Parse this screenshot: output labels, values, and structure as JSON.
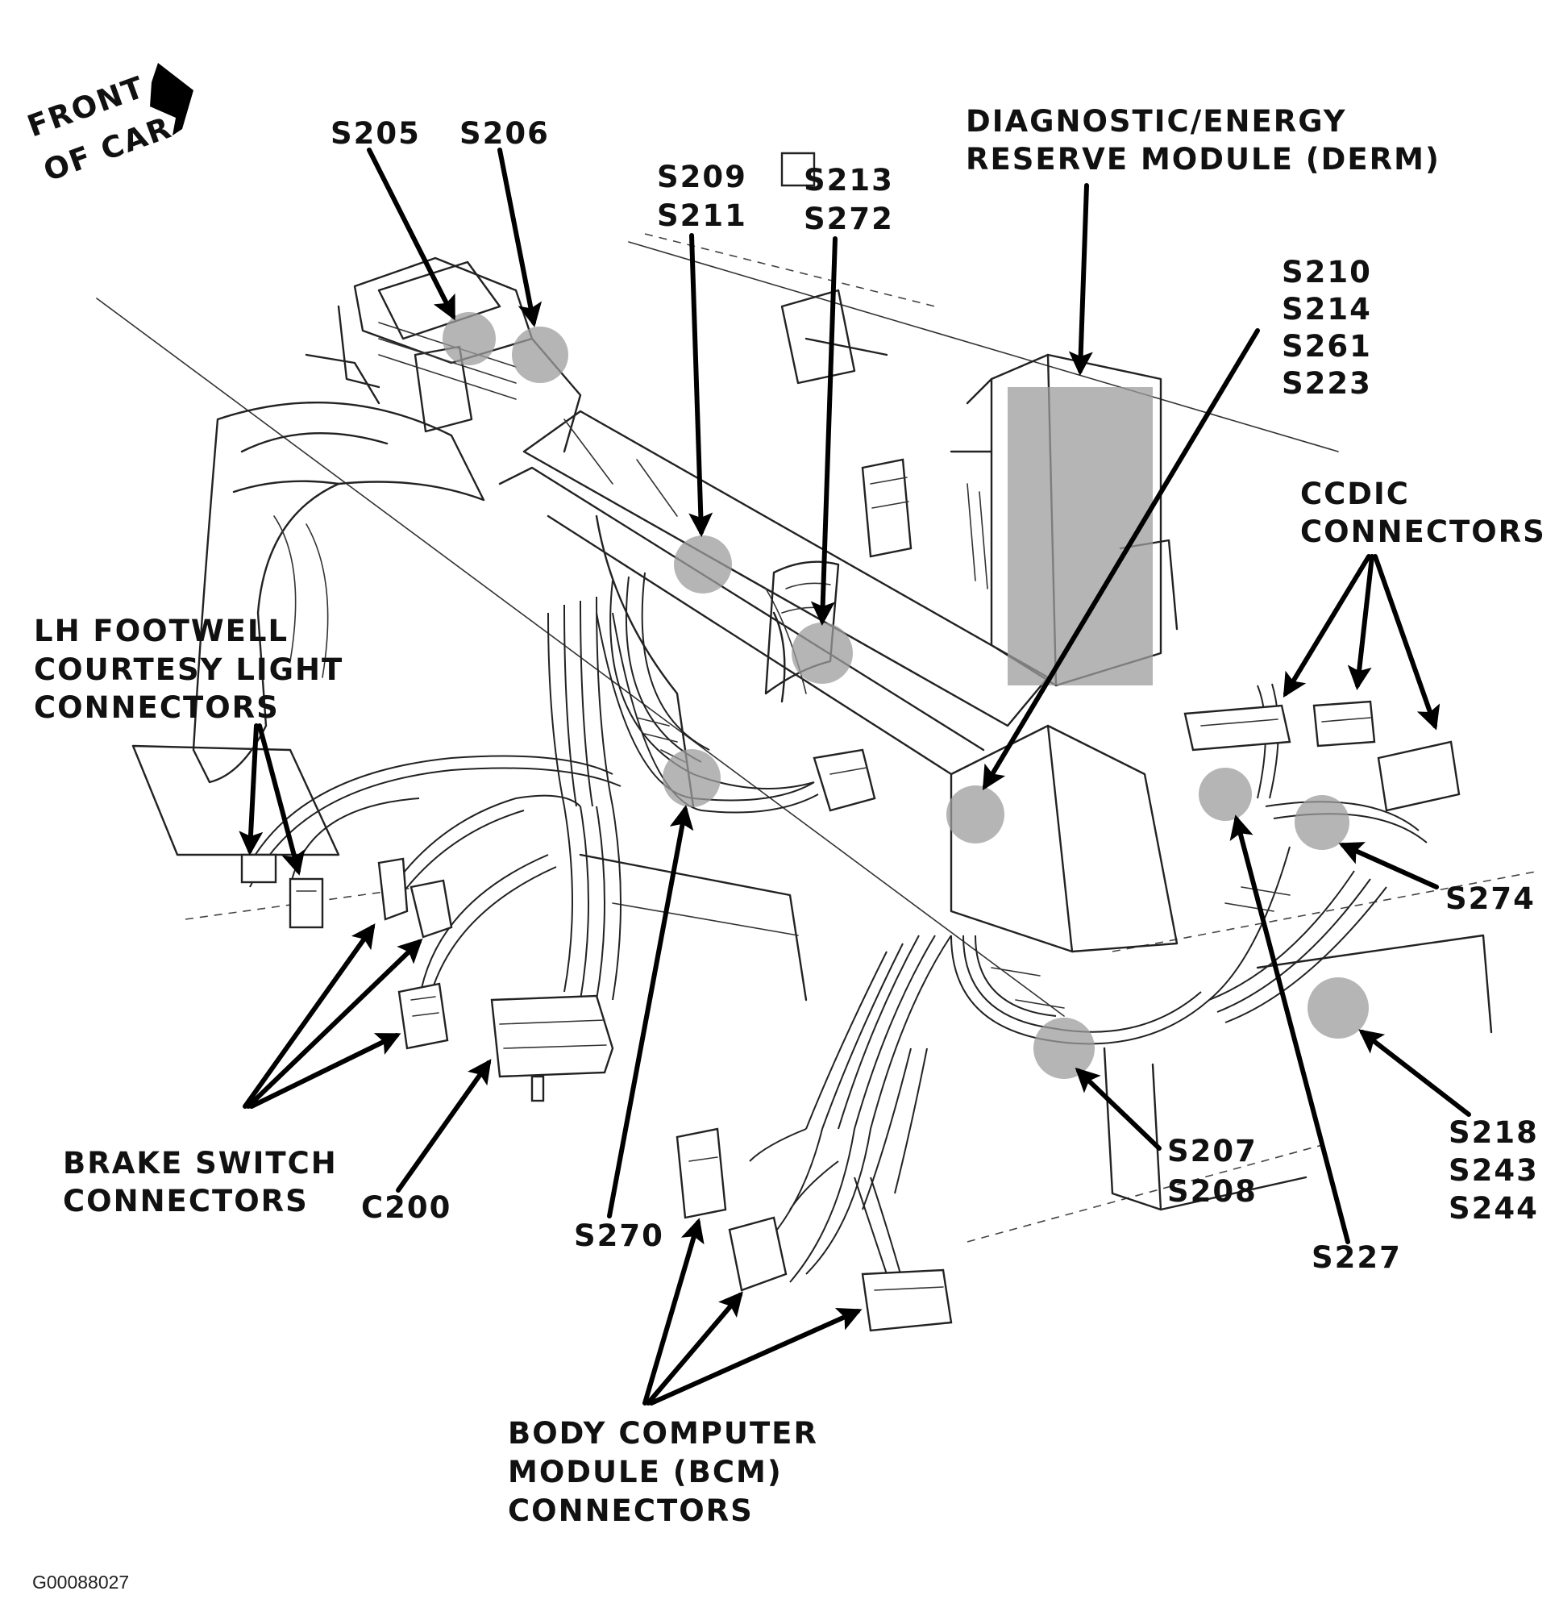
{
  "figure_code": "G00088027",
  "labels": {
    "front_line1": "FRONT",
    "front_line2": "OF CAR",
    "s205": "S205",
    "s206": "S206",
    "s209_s211": [
      "S209",
      "S211"
    ],
    "s213_s272": [
      "S213",
      "S272"
    ],
    "derm": [
      "DIAGNOSTIC/ENERGY",
      "RESERVE MODULE (DERM)"
    ],
    "s210_group": [
      "S210",
      "S214",
      "S261",
      "S223"
    ],
    "ccdic": [
      "CCDIC",
      "CONNECTORS"
    ],
    "lh_footwell": [
      "LH FOOTWELL",
      "COURTESY LIGHT",
      "CONNECTORS"
    ],
    "s274": "S274",
    "brake_switch": [
      "BRAKE SWITCH",
      "CONNECTORS"
    ],
    "c200": "C200",
    "s270": "S270",
    "s207_s208": [
      "S207",
      "S208"
    ],
    "s227": "S227",
    "s218_group": [
      "S218",
      "S243",
      "S244"
    ],
    "bcm": [
      "BODY COMPUTER",
      "MODULE (BCM)",
      "CONNECTORS"
    ]
  }
}
